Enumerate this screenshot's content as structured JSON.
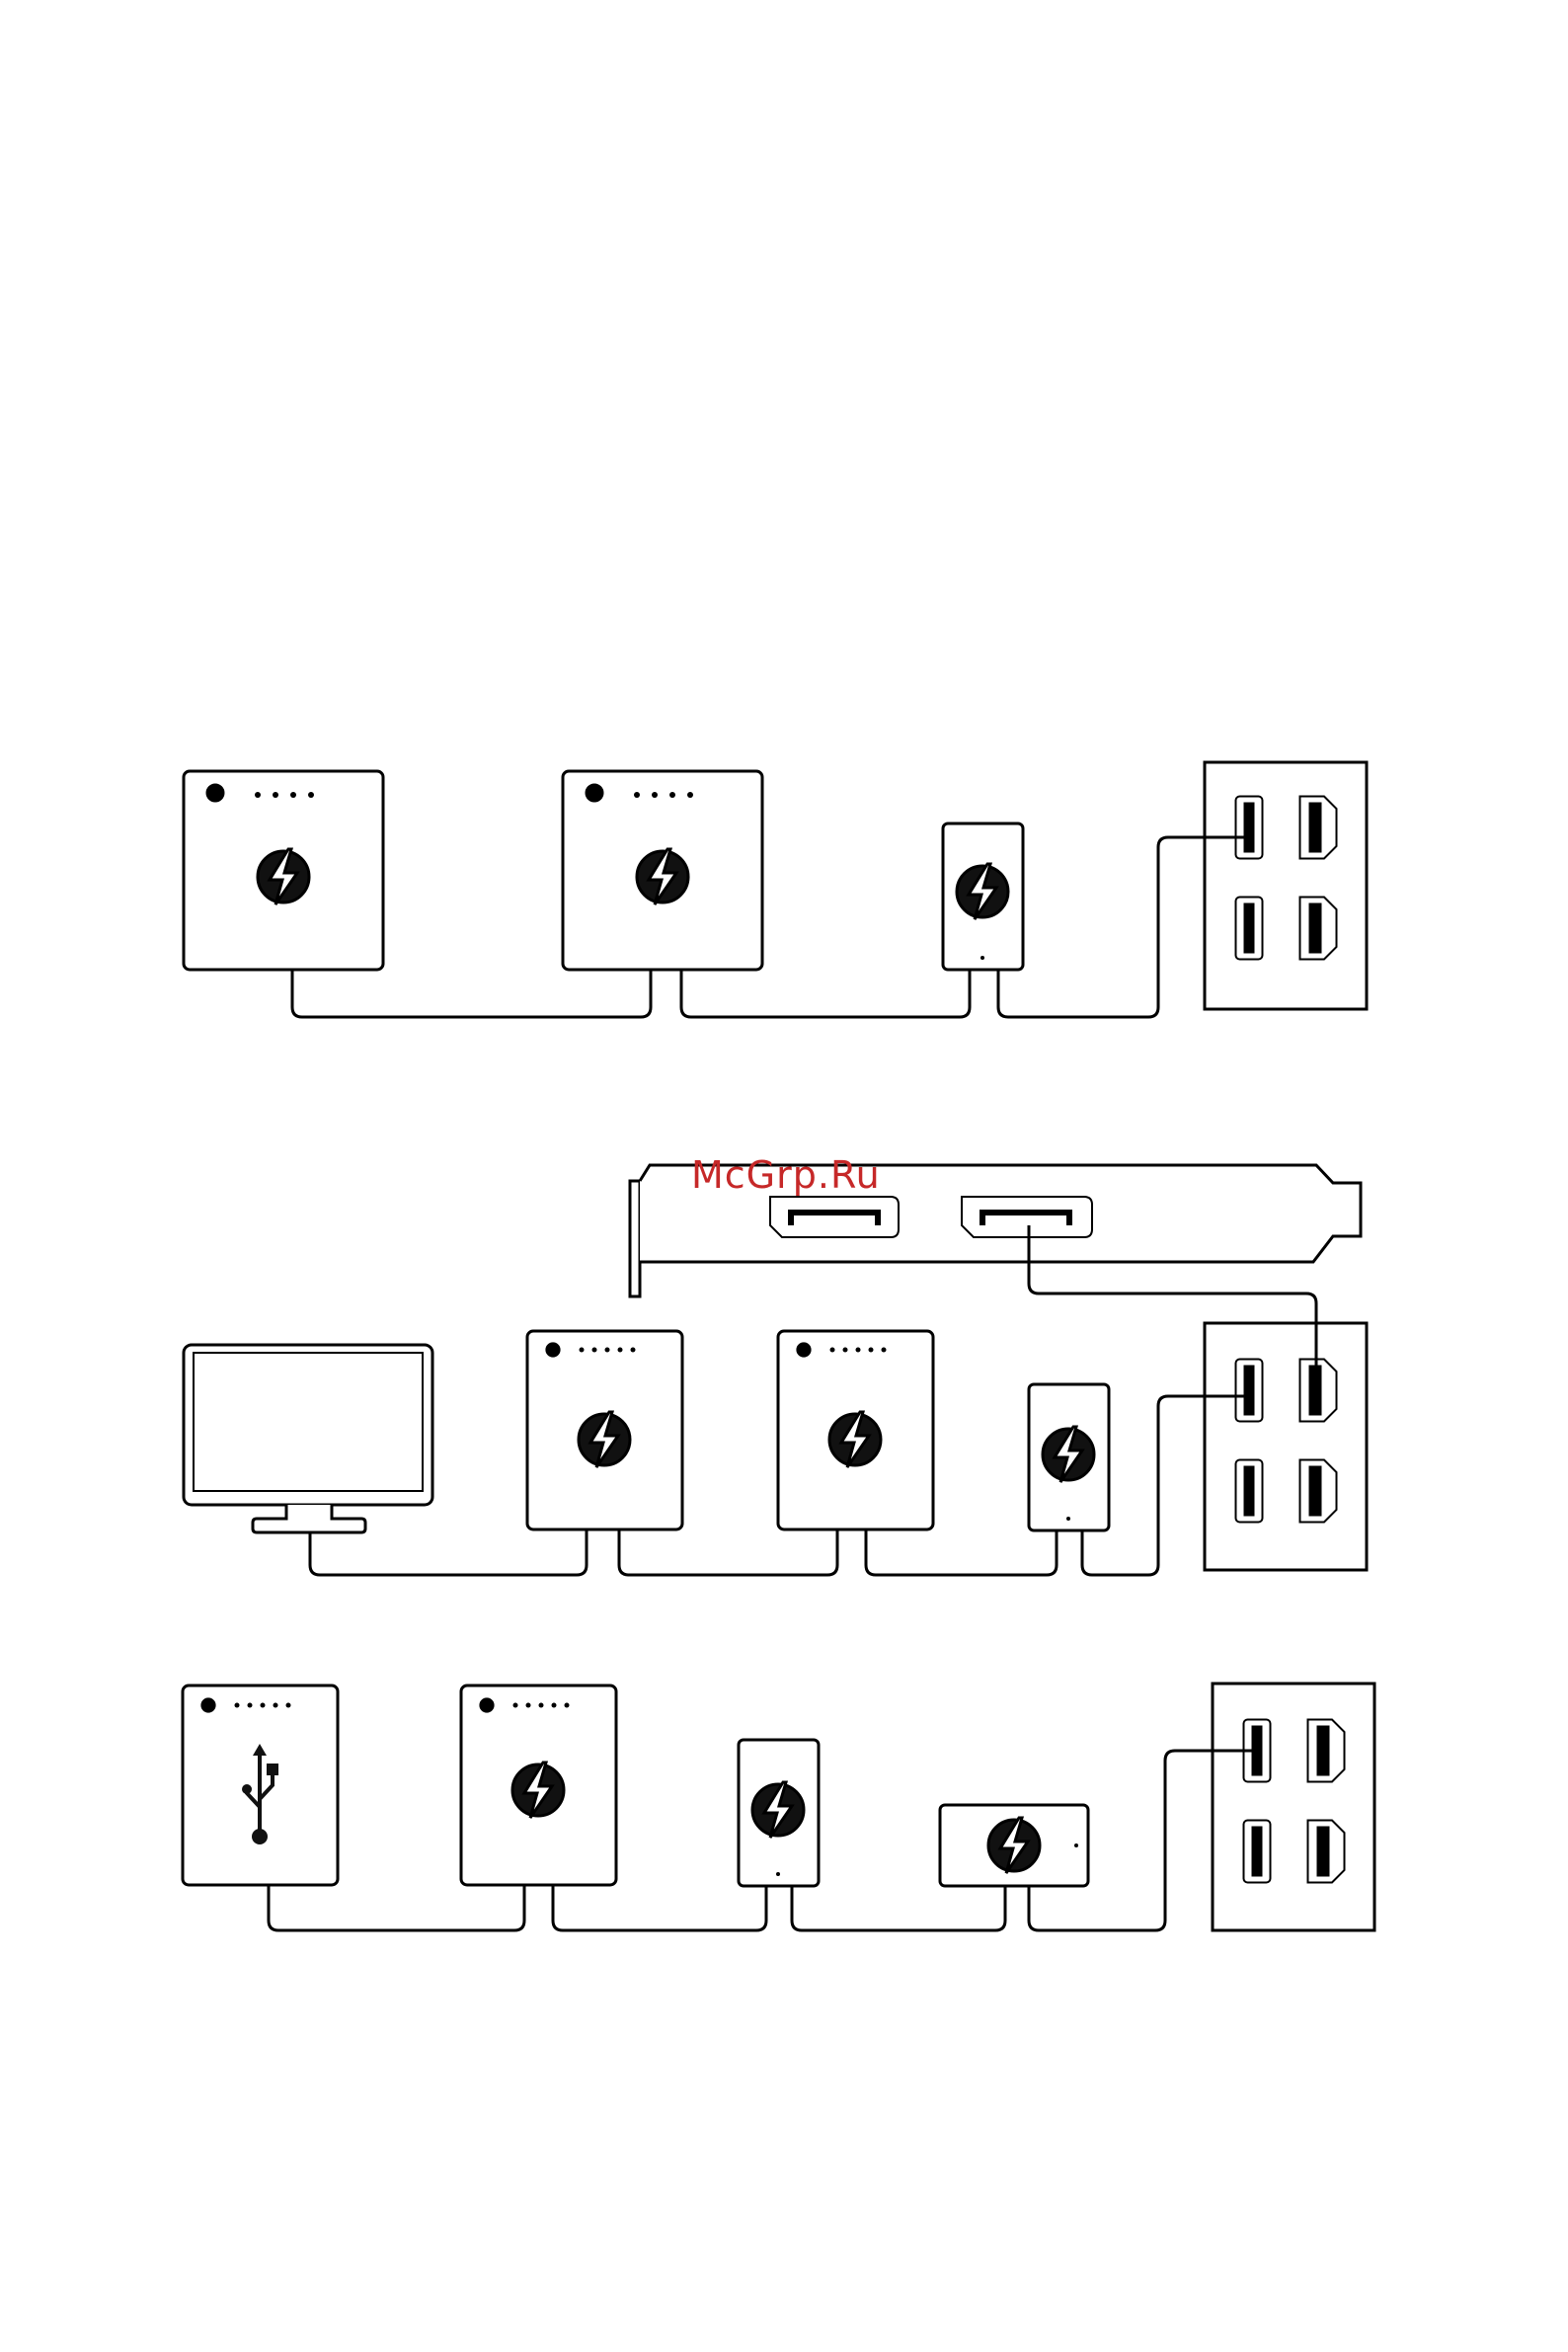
{
  "watermark": {
    "text": "McGrp.Ru",
    "color": "#c62828"
  },
  "style": {
    "stroke": "#000000",
    "background": "#ffffff",
    "accent": "#111111"
  },
  "icons": {
    "thunderbolt": "thunderbolt-icon",
    "usb": "usb-icon",
    "power": "power-icon",
    "monitor": "monitor-icon",
    "port": "thunderbolt-port-icon",
    "displayport": "displayport-icon"
  },
  "diagrams": [
    {
      "id": "diagram-1-daisy-chain-storage",
      "devices": [
        "thunderbolt-storage",
        "thunderbolt-storage",
        "thunderbolt-adapter"
      ],
      "host": "io-panel"
    },
    {
      "id": "diagram-2-graphics-card-to-monitor",
      "devices": [
        "monitor",
        "thunderbolt-storage",
        "thunderbolt-storage",
        "thunderbolt-adapter"
      ],
      "host": "io-panel",
      "extra": "graphics-card-bracket"
    },
    {
      "id": "diagram-3-usb-chain",
      "devices": [
        "usb-storage",
        "thunderbolt-storage",
        "thunderbolt-adapter",
        "thunderbolt-dongle"
      ],
      "host": "io-panel"
    }
  ]
}
